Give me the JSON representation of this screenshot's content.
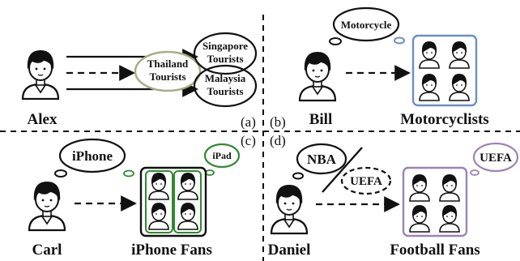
{
  "panels": {
    "a": {
      "panel_label": "(a)",
      "person": "Alex",
      "destinations": [
        "Singapore Tourists",
        "Thailand Tourists",
        "Malaysia Tourists"
      ]
    },
    "b": {
      "panel_label": "(b)",
      "person": "Bill",
      "interest": "Motorcycle",
      "group": "Motorcyclists"
    },
    "c": {
      "panel_label": "(c)",
      "person": "Carl",
      "interest": "iPhone",
      "secondary_interest": "iPad",
      "group": "iPhone Fans"
    },
    "d": {
      "panel_label": "(d)",
      "person": "Daniel",
      "crossed_interest": "NBA",
      "uncertain_interest": "UEFA",
      "secondary_interest": "UEFA",
      "group": "Football Fans"
    }
  },
  "colors": {
    "thailand_outline": "#a8ad84",
    "motorcyclists_box": "#6c8fc4",
    "iphone_fans_outline": "#2f8a2f",
    "football_fans_box": "#9b84b8",
    "ink": "#111111"
  }
}
